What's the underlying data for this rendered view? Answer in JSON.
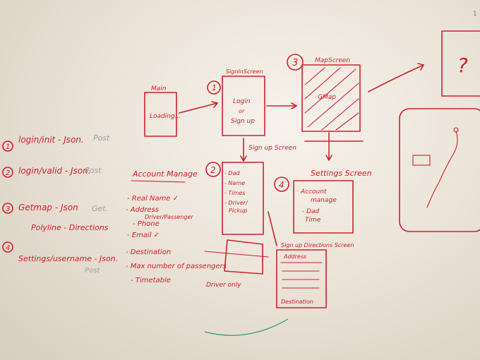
{
  "whiteboard": {
    "legend": {
      "items": [
        {
          "num": "1",
          "text": "login/init - Json.",
          "method": "Post"
        },
        {
          "num": "2",
          "text": "login/valid - Json.",
          "method": "Post"
        },
        {
          "num": "3",
          "text": "Getmap - Json",
          "method": "Get."
        },
        {
          "num": "",
          "text": "Polyline - Directions",
          "method": ""
        },
        {
          "num": "4",
          "text": "Settings/username - Json.",
          "method": "Post"
        }
      ]
    },
    "account_notes": {
      "title": "Account Manage",
      "items": [
        "- Real Name ✓",
        "- Address",
        "Driver/Passenger",
        "- Phone",
        "- Email ✓",
        "- Destination",
        "- Max number of passengers",
        "- Timetable"
      ]
    },
    "screens": {
      "main": {
        "title": "Main",
        "content": "Loading..."
      },
      "signin": {
        "num": "1",
        "title": "SignInScreen",
        "line1": "Login",
        "line2": "or",
        "line3": "Sign up"
      },
      "map": {
        "num": "3",
        "title": "MapScreen",
        "content": "GMap"
      },
      "signup": {
        "num": "2",
        "arrow_label": "Sign up Screen",
        "items": [
          "- Dad",
          "- Name",
          "- Times",
          "- Driver/",
          "Pickup"
        ]
      },
      "settings": {
        "num": "4",
        "title": "Settings Screen",
        "line1": "Account",
        "line2": "manage",
        "line3": "- Dad",
        "line4": "Time"
      },
      "signup_directions": {
        "title": "Sign up Directions Screen",
        "top": "Address",
        "bottom": "Destination"
      },
      "driver_only": "Driver only",
      "unknown": {
        "mark": "?",
        "side_num": "1"
      }
    }
  }
}
